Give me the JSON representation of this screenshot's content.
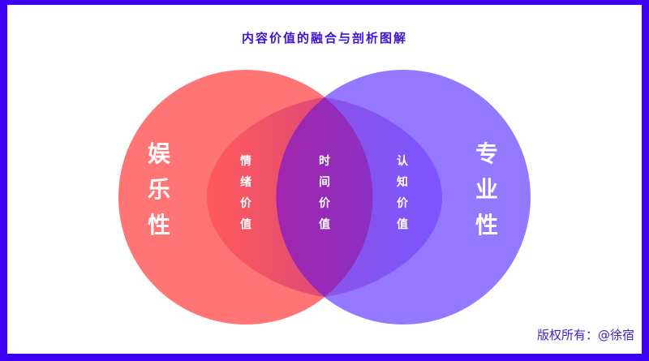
{
  "title": "内容价值的融合与剖析图解",
  "diagram": {
    "left_circle": {
      "label": "娱乐性",
      "chars": [
        "娱",
        "乐",
        "性"
      ],
      "color": "#ff7474"
    },
    "right_circle": {
      "label": "专业性",
      "chars": [
        "专",
        "业",
        "性"
      ],
      "color": "#9478ff"
    },
    "left_inner": {
      "label": "情绪价值",
      "chars": [
        "情",
        "绪",
        "价",
        "值"
      ],
      "color": "#f3566a"
    },
    "center": {
      "label": "时间价值",
      "chars": [
        "时",
        "间",
        "价",
        "值"
      ],
      "color": "#9a2cb5"
    },
    "right_inner": {
      "label": "认知价值",
      "chars": [
        "认",
        "知",
        "价",
        "值"
      ],
      "color": "#7a55f4"
    }
  },
  "copyright": "版权所有：@徐宿",
  "colors": {
    "border": "#3b00f5",
    "title": "#3d12d6",
    "background": "#ffffff"
  }
}
